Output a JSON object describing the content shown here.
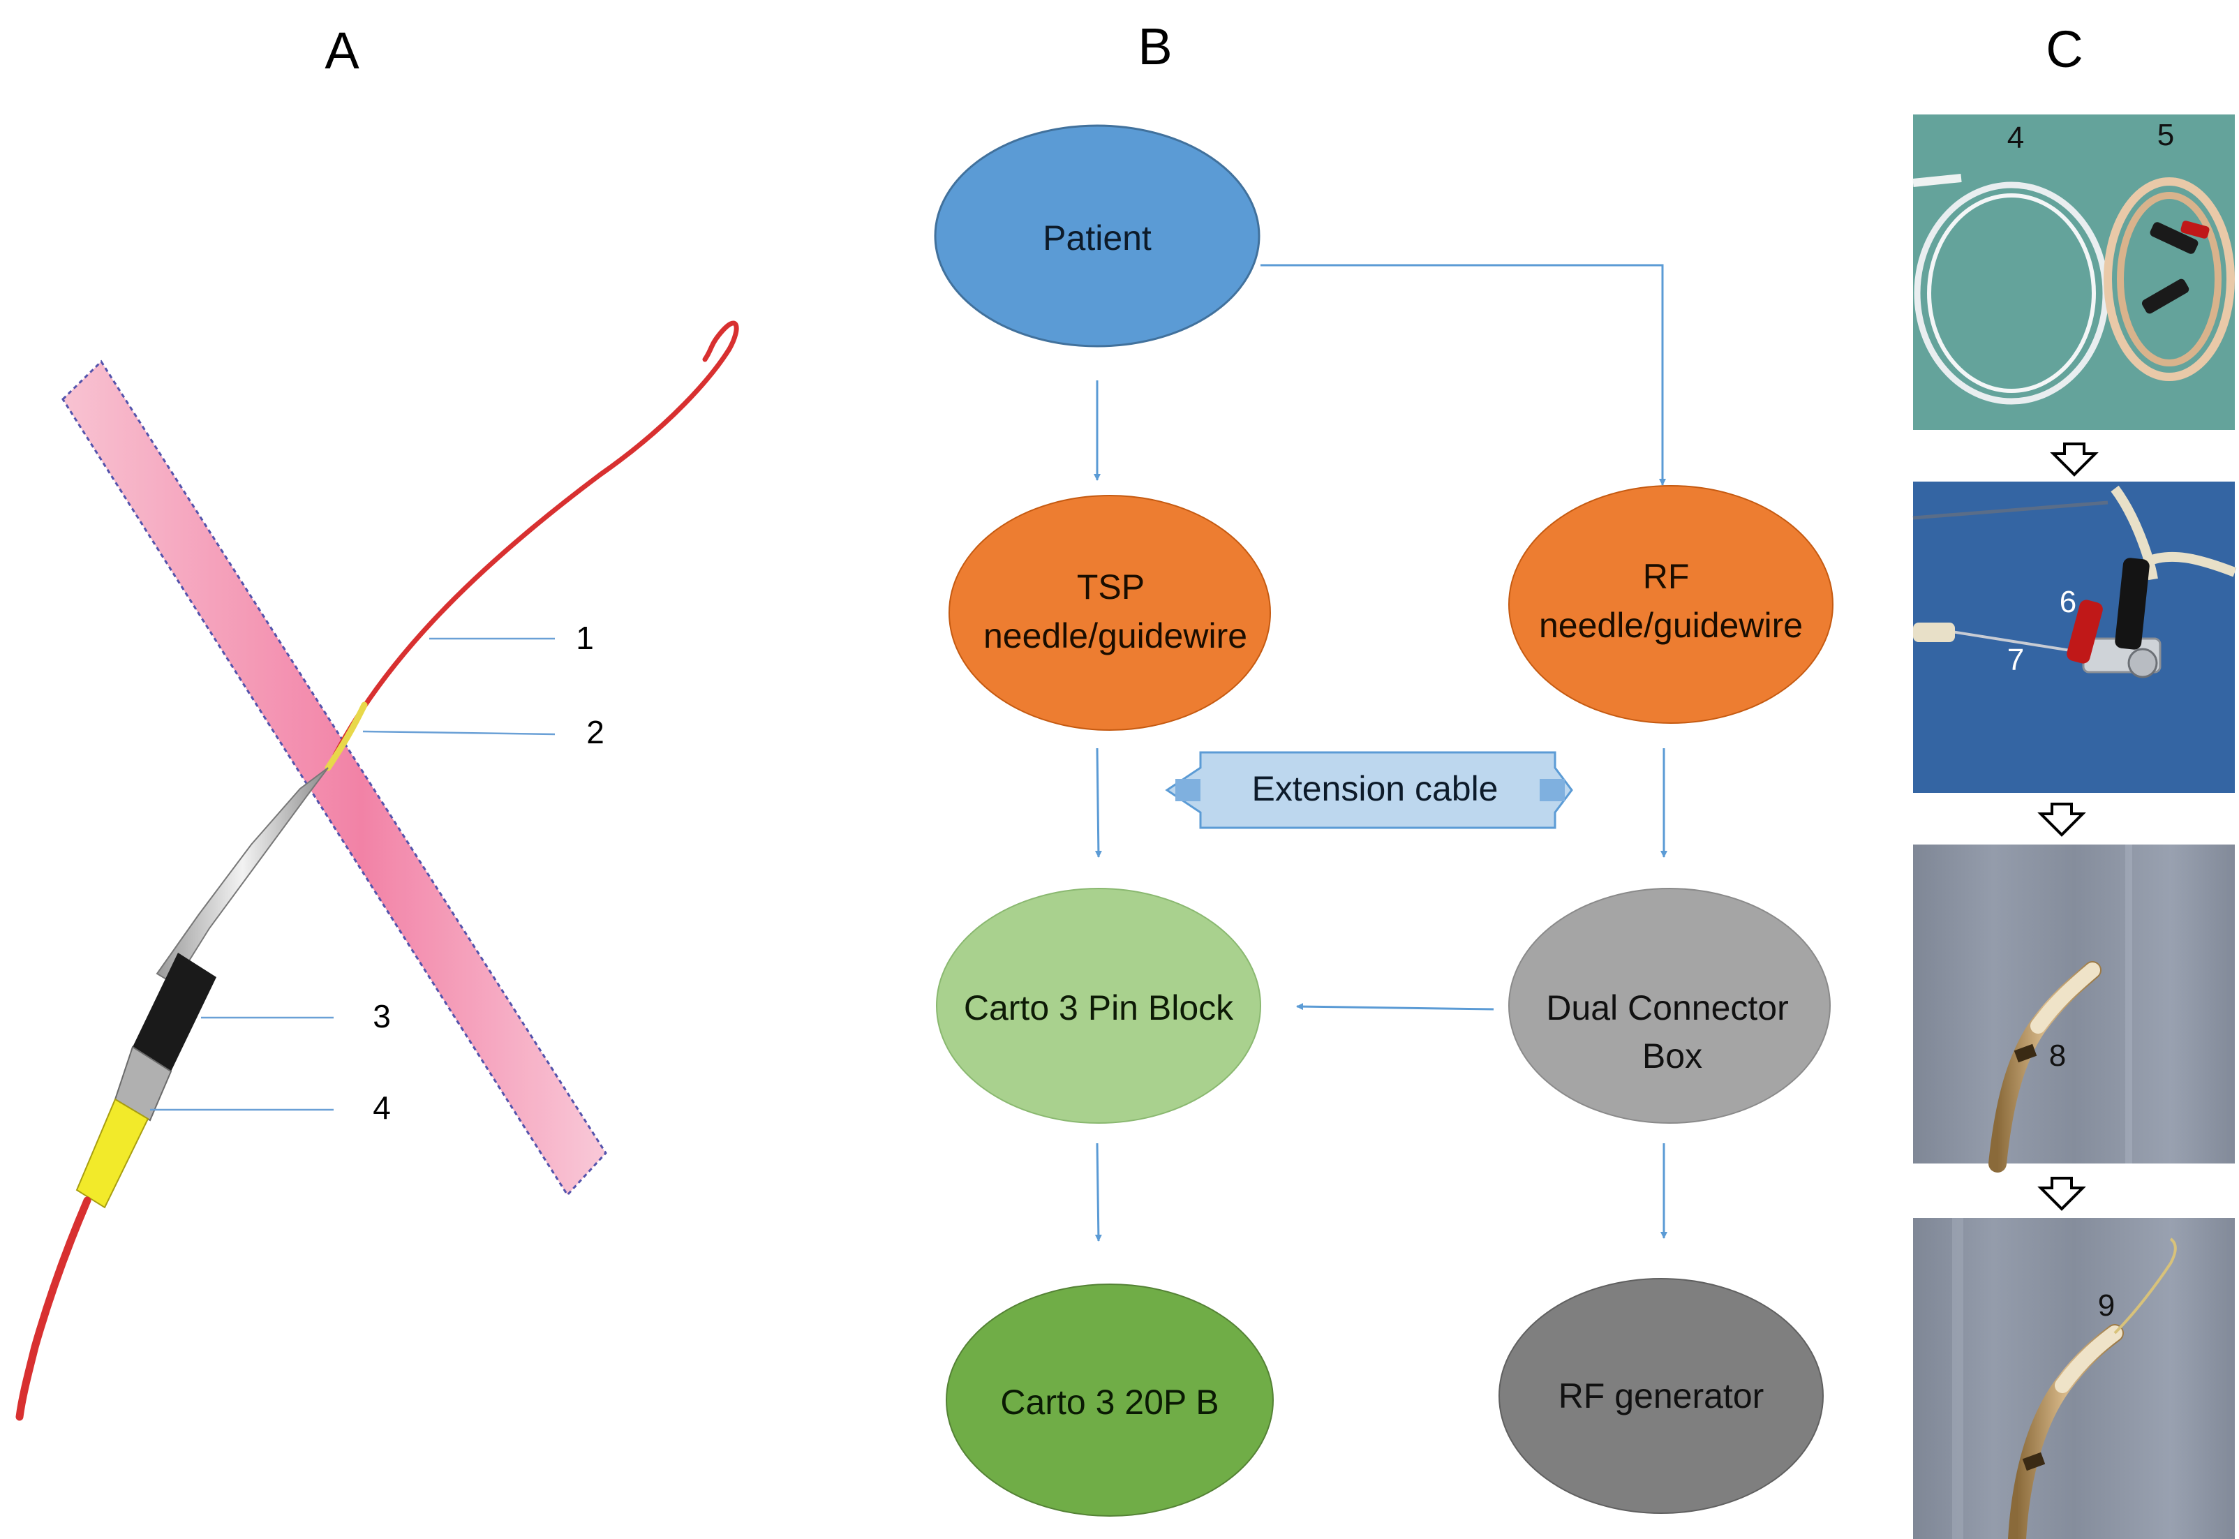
{
  "panels": {
    "a": {
      "letter": "A",
      "callouts": [
        "1",
        "2",
        "3",
        "4"
      ]
    },
    "b": {
      "letter": "B",
      "nodes": {
        "patient": [
          "Patient"
        ],
        "tsp": [
          "TSP",
          "needle/guidewire"
        ],
        "rf_needle": [
          "RF",
          "needle/guidewire"
        ],
        "pin_block": [
          "Carto 3 Pin Block"
        ],
        "dual_box": [
          "Dual Connector",
          "Box"
        ],
        "carto20": [
          "Carto 3 20P B"
        ],
        "rf_gen": [
          "RF generator"
        ]
      },
      "extension_cable": "Extension cable"
    },
    "c": {
      "letter": "C",
      "photo_labels": [
        "4",
        "5",
        "6",
        "7",
        "8",
        "9"
      ]
    }
  },
  "colors": {
    "patient": "#5b9bd5",
    "orange": "#ed7d31",
    "pin_block": "#a9d18e",
    "carto20": "#70ad47",
    "dual_box": "#a5a5a5",
    "rf_gen": "#7f7f7f",
    "arrow": "#5b9bd5",
    "extension": "#bdd7ee",
    "wire_red": "#d83030",
    "band_pink": "#f7a8c0",
    "photo_bg": "#5e9d95"
  }
}
